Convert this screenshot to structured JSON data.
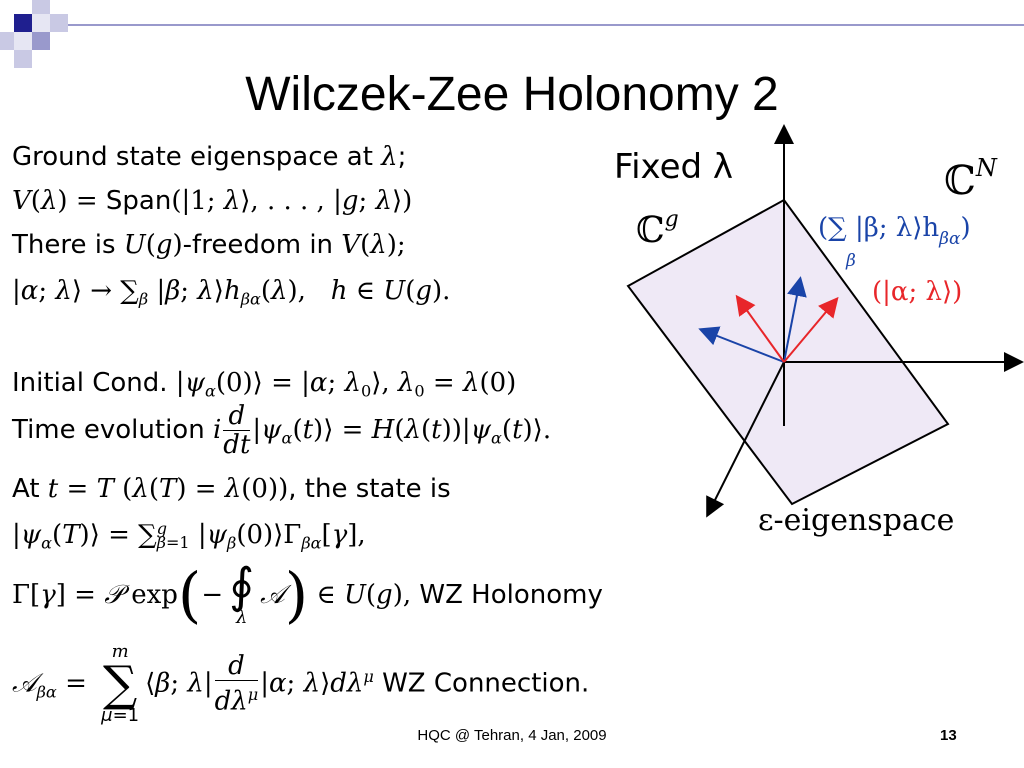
{
  "slide": {
    "title": "Wilczek-Zee Holonomy 2",
    "lines": {
      "ground": "Ground state eigenspace at ",
      "span": "Span",
      "there_is": "There is ",
      "freedom": "-freedom in ",
      "initial": "Initial Cond.",
      "time_evol": "Time evolution",
      "at": "At",
      "state_is": ", the state is",
      "wz_holonomy": "WZ Holonomy",
      "wz_connection": "WZ Connection."
    },
    "diagram": {
      "fixed_lambda": "Fixed λ",
      "cn": "ℂ",
      "cn_sup": "N",
      "cg": "ℂ",
      "cg_sup": "g",
      "sum_label": "(∑ |β; λ⟩h",
      "sum_sub": "βα",
      "sum_close": ")",
      "sum_index": "β",
      "alpha_label": "(|α; λ⟩)",
      "eigenspace": "ε-eigenspace"
    },
    "footer": {
      "center": "HQC @ Tehran, 4 Jan, 2009",
      "page": "13"
    }
  },
  "colors": {
    "accent_dark": "#1f1f8f",
    "accent_light": "#9999cc",
    "plane_fill": "#efe9f6",
    "blue_arrow": "#1a44a8",
    "red_arrow": "#e8262a"
  }
}
